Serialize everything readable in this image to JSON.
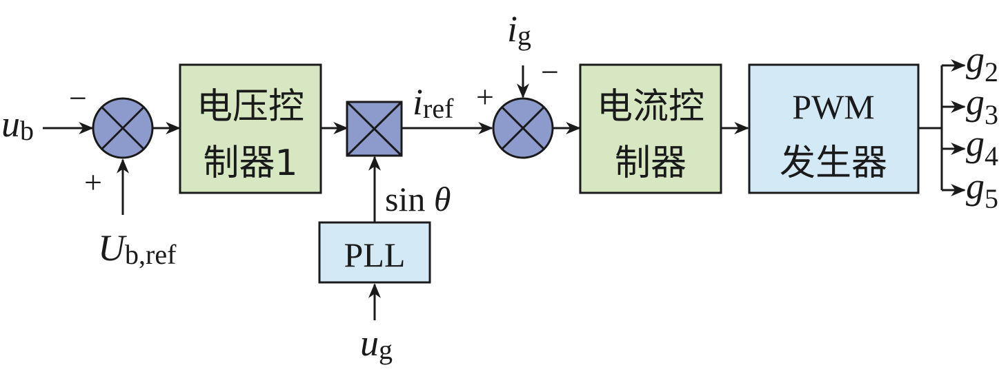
{
  "colors": {
    "green_block": "#d6e7c1",
    "blue_block": "#d4e9f6",
    "junction_fill": "#8c9bcb",
    "line": "#1a1a1a"
  },
  "labels": {
    "ub_main": "u",
    "ub_sub": "b",
    "minus_left": "−",
    "plus_left": "+",
    "ubref_main": "U",
    "ubref_sub": "b,ref",
    "iref_main": "i",
    "iref_sub": "ref",
    "plus_mid": "+",
    "ig_main": "i",
    "ig_sub": "g",
    "minus_mid": "−",
    "sin_text": "sin ",
    "theta": "θ",
    "ug_main": "u",
    "ug_sub": "g",
    "g_main": "g",
    "g2_sub": "2",
    "g3_sub": "3",
    "g4_sub": "4",
    "g5_sub": "5"
  },
  "blocks": {
    "voltage_controller_line1": "电压控",
    "voltage_controller_line2": "制器1",
    "current_controller_line1": "电流控",
    "current_controller_line2": "制器",
    "pwm_line1": "PWM",
    "pwm_line2": "发生器",
    "pll": "PLL"
  }
}
